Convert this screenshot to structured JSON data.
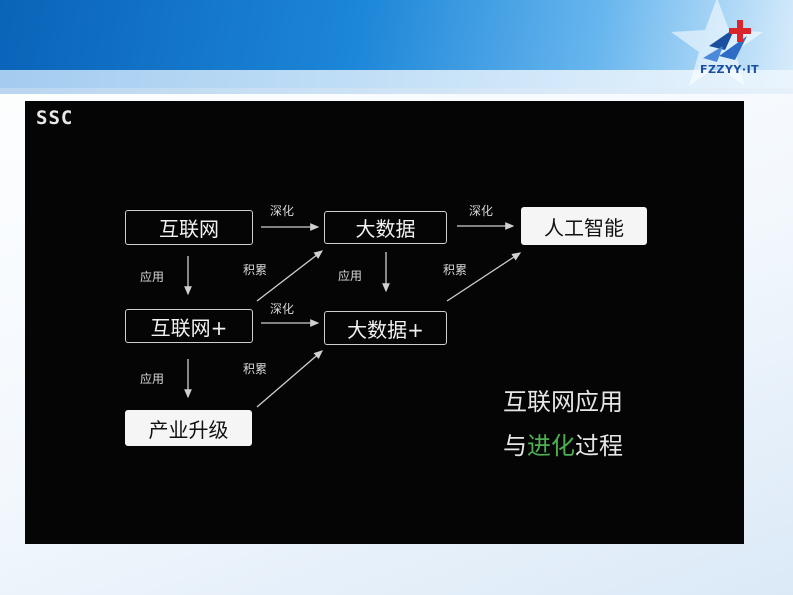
{
  "header": {
    "logo_text": "FZZYY·IT"
  },
  "slide": {
    "corner_logo": "SSC",
    "nodes": {
      "internet": "互联网",
      "big_data": "大数据",
      "ai": "人工智能",
      "internet_plus": "互联网+",
      "big_data_plus": "大数据+",
      "industry_upgrade": "产业升级"
    },
    "labels": {
      "deepen_1": "深化",
      "deepen_2": "深化",
      "deepen_3": "深化",
      "apply_1": "应用",
      "apply_2": "应用",
      "apply_3": "应用",
      "accumulate_1": "积累",
      "accumulate_2": "积累",
      "accumulate_3": "积累"
    },
    "caption": {
      "line1": "互联网应用",
      "line2_prefix": "与",
      "line2_highlight": "进化",
      "line2_suffix": "过程"
    }
  }
}
